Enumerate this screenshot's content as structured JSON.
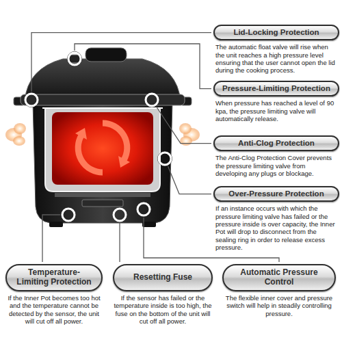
{
  "diagram": {
    "nodes": [
      {
        "text": [
          "Lid-Locking Protection",
          "The automatic float valve will rise when the unit reaches a high pressure level ensuring that the user cannot open the lid during the cooking process."
        ]
      },
      {
        "text": [
          "Pressure-Limiting Protection",
          "When pressure has reached a level of 90 kpa, the pressure limiting valve will automatically release."
        ]
      },
      {
        "text": [
          "Anti-Clog Protection",
          "The Anti-Clog Protection Cover prevents the pressure limiting valve from developing any plugs or blockage."
        ]
      },
      {
        "text": [
          "Over-Pressure Protection",
          "If an instance occurs with which the pressure limiting valve has failed or the pressure inside is over capacity, the Inner Pot will drop to disconnect from the sealing ring in order to release excess pressure."
        ]
      },
      {
        "text": [
          "Temperature-Limiting Protection",
          "If the Inner Pot becomes too hot and the temperature cannot be detected by the sensor, the unit will cut off all power."
        ]
      },
      {
        "text": [
          "Resetting Fuse",
          "If the sensor has failed or the temperature inside is too high, the fuse on the bottom of the unit will cut off all power."
        ]
      },
      {
        "text": [
          "Automatic Pressure Control",
          "The flexible inner cover and pressure switch will help in steadily controlling pressure."
        ]
      }
    ]
  }
}
